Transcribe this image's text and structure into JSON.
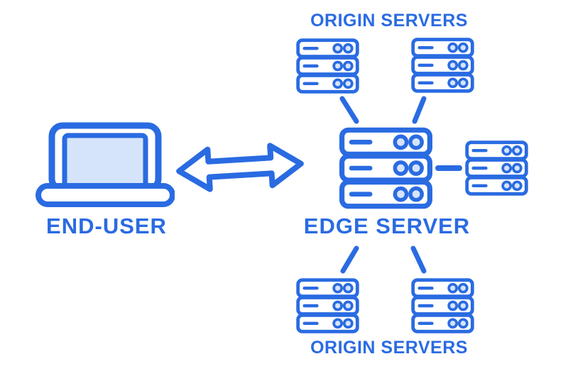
{
  "colors": {
    "accent": "#2A6BE2",
    "light_fill": "#D6E4FB",
    "background": "#FFFFFF"
  },
  "diagram": {
    "type": "cdn-architecture",
    "nodes": {
      "end_user": {
        "label": "END-USER",
        "icon": "laptop-icon"
      },
      "edge_server": {
        "label": "EDGE SERVER",
        "icon": "server-icon"
      },
      "origin_servers_top": {
        "label": "ORIGIN SERVERS",
        "icon": "server-icon",
        "server_count": 2
      },
      "origin_servers_bottom": {
        "label": "ORIGIN SERVERS",
        "icon": "server-icon",
        "server_count": 2
      },
      "origin_server_right": {
        "icon": "server-icon",
        "server_count": 1
      }
    },
    "edges": [
      {
        "from": "end_user",
        "to": "edge_server",
        "style": "double-headed-arrow"
      },
      {
        "from": "origin_server_top_left",
        "to": "edge_server",
        "style": "line"
      },
      {
        "from": "origin_server_top_right",
        "to": "edge_server",
        "style": "line"
      },
      {
        "from": "edge_server",
        "to": "origin_server_right",
        "style": "line"
      },
      {
        "from": "edge_server",
        "to": "origin_server_bottom_left",
        "style": "line"
      },
      {
        "from": "edge_server",
        "to": "origin_server_bottom_right",
        "style": "line"
      }
    ]
  }
}
